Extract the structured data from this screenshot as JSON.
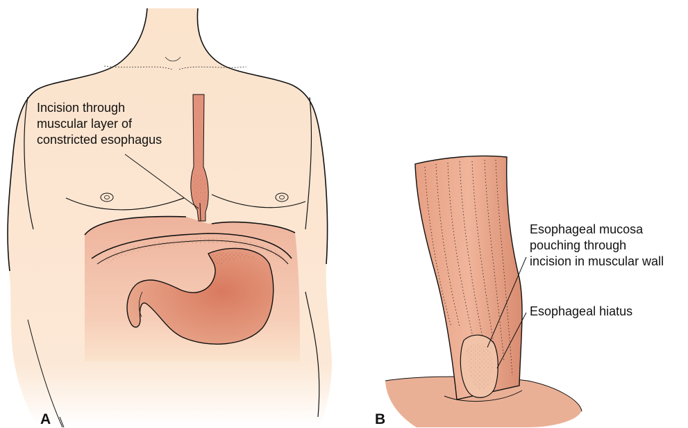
{
  "figure": {
    "panel_a": {
      "letter": "A",
      "label_incision": {
        "lines": [
          "Incision through",
          "muscular layer of",
          "constricted esophagus"
        ]
      }
    },
    "panel_b": {
      "letter": "B",
      "label_mucosa": {
        "lines": [
          "Esophageal mucosa",
          "pouching through",
          "incision in muscular wall"
        ]
      },
      "label_hiatus": "Esophageal hiatus"
    }
  },
  "colors": {
    "skin": "#fbe3cc",
    "organ": "#e0957a",
    "organ_dark": "#cf7258",
    "line": "#111111"
  }
}
